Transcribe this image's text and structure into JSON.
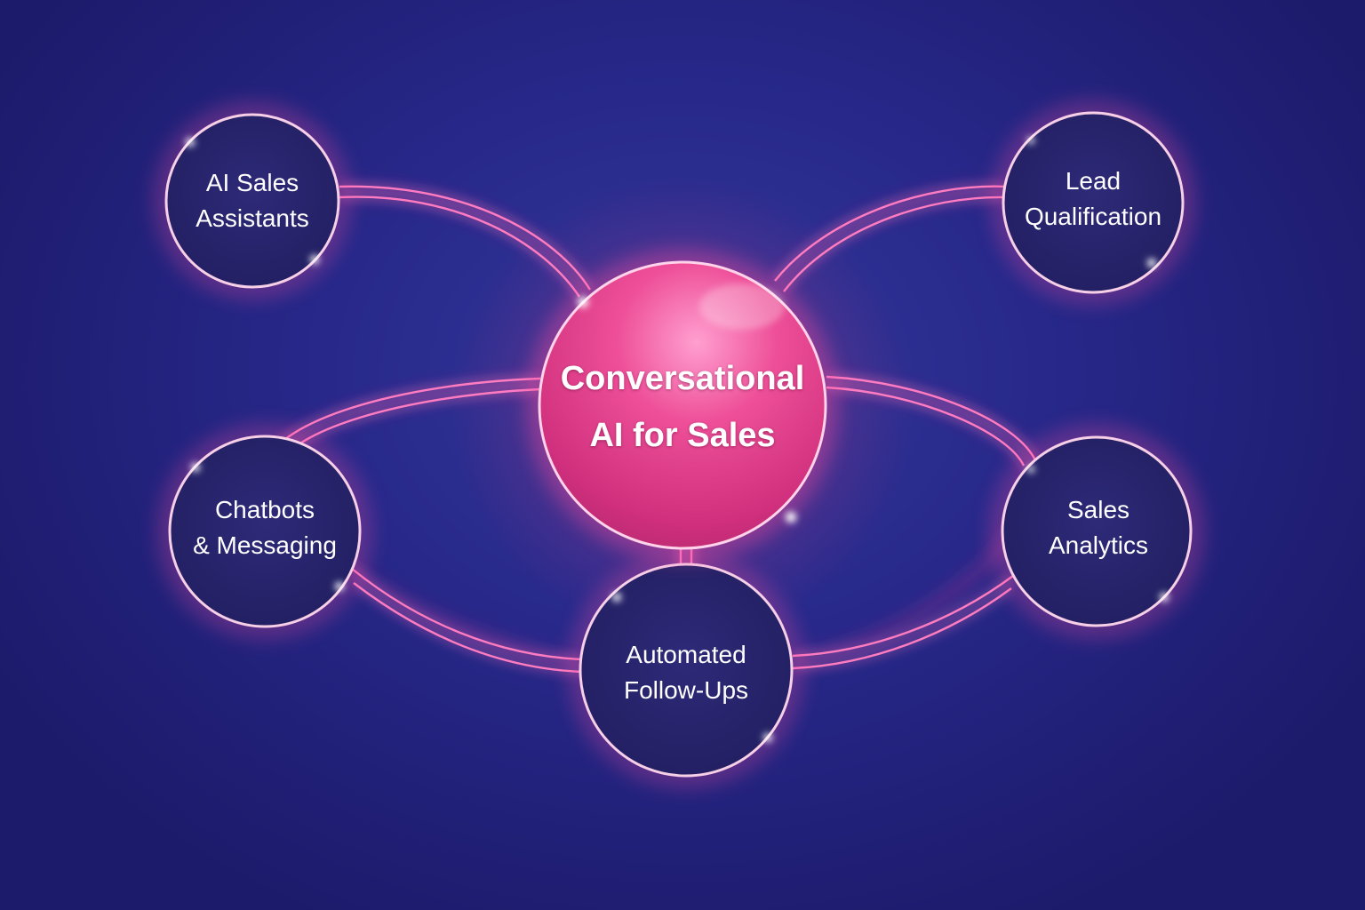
{
  "diagram": {
    "type": "hub-and-spoke",
    "center": {
      "line1": "Conversational",
      "line2": "AI for Sales"
    },
    "nodes": {
      "ai_sales_assistants": {
        "line1": "AI Sales",
        "line2": "Assistants"
      },
      "lead_qualification": {
        "line1": "Lead",
        "line2": "Qualification"
      },
      "chatbots_messaging": {
        "line1": "Chatbots",
        "line2": "& Messaging"
      },
      "sales_analytics": {
        "line1": "Sales",
        "line2": "Analytics"
      },
      "automated_follow_ups": {
        "line1": "Automated",
        "line2": "Follow-Ups"
      }
    },
    "colors": {
      "background": "#27288a",
      "hub": "#e8458e",
      "satellite_fill": "#26236b",
      "ring": "#f6c6e2",
      "connector_glow": "#ff4fa3"
    }
  }
}
